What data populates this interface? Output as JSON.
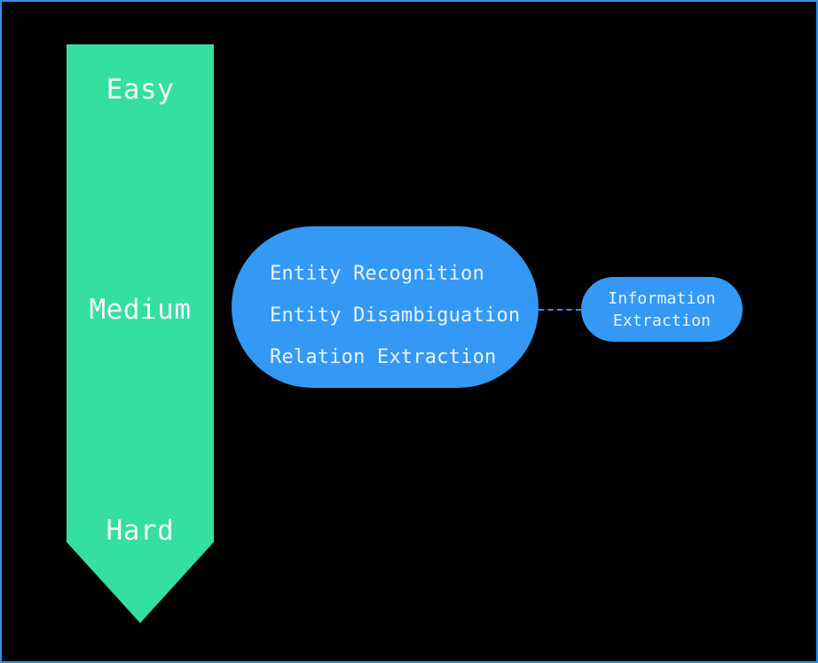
{
  "diagram": {
    "background_color": "#000000",
    "border_color": "#2f8fe8",
    "difficulty_axis": {
      "name": "difficulty-arrow",
      "color": "#35df9f",
      "direction": "easy-to-hard-downward",
      "levels": [
        {
          "label": "Easy"
        },
        {
          "label": "Medium"
        },
        {
          "label": "Hard"
        }
      ]
    },
    "task_group": {
      "name": "nlp-task-group",
      "color": "#3399f5",
      "text_color": "#e9f3fb",
      "tasks": [
        {
          "label": "Entity Recognition"
        },
        {
          "label": "Entity Disambiguation"
        },
        {
          "label": "Relation Extraction"
        }
      ]
    },
    "connector": {
      "name": "dashed-connector",
      "style": "dashed",
      "color": "#3399f5"
    },
    "output_node": {
      "name": "information-extraction-node",
      "color": "#3399f5",
      "text_color": "#e9f3fb",
      "lines": [
        {
          "label": "Information"
        },
        {
          "label": "Extraction"
        }
      ]
    }
  }
}
